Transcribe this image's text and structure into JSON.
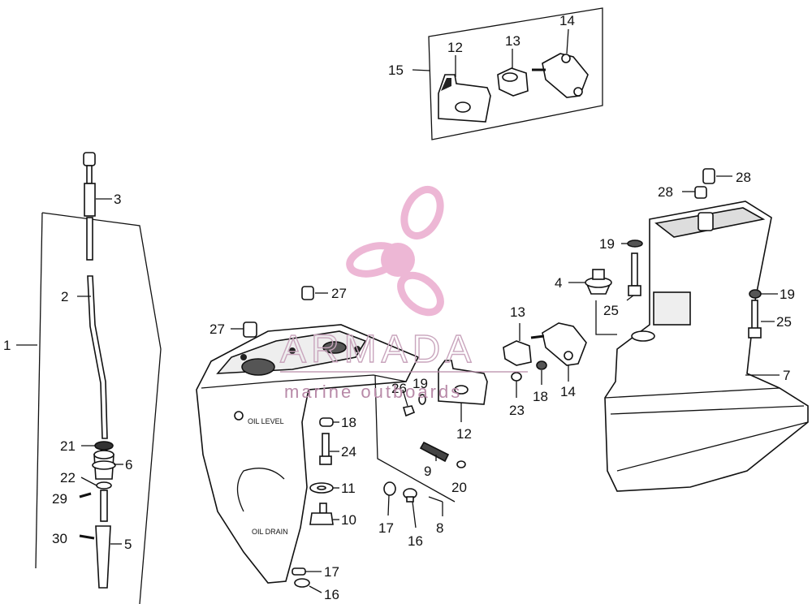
{
  "labels": {
    "n1": "1",
    "n2": "2",
    "n3": "3",
    "n4": "4",
    "n5": "5",
    "n6": "6",
    "n7": "7",
    "n8": "8",
    "n9": "9",
    "n10": "10",
    "n11": "11",
    "n12a": "12",
    "n12b": "12",
    "n13a": "13",
    "n13b": "13",
    "n14a": "14",
    "n14b": "14",
    "n15": "15",
    "n16a": "16",
    "n16b": "16",
    "n17a": "17",
    "n17b": "17",
    "n18a": "18",
    "n18b": "18",
    "n19a": "19",
    "n19b": "19",
    "n19c": "19",
    "n20": "20",
    "n21": "21",
    "n22": "22",
    "n23": "23",
    "n24": "24",
    "n25a": "25",
    "n25b": "25",
    "n26": "26",
    "n27a": "27",
    "n27b": "27",
    "n28a": "28",
    "n28b": "28",
    "n29": "29",
    "n30": "30"
  },
  "watermark": {
    "brand": "ARMADA",
    "tagline": "marine outboards",
    "color": "#e8a0c8"
  },
  "housing_marks": {
    "upper": "OIL LEVEL",
    "lower": "OIL DRAIN"
  }
}
